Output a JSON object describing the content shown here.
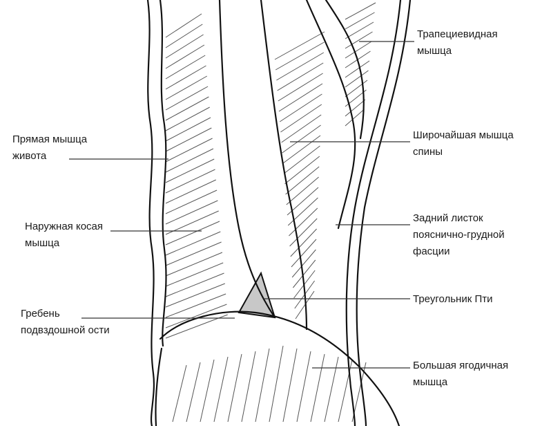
{
  "labels": {
    "trapezius": {
      "line1": "Трапециевидная",
      "line2": "мышца"
    },
    "latissimus": {
      "line1": "Широчайшая мышца",
      "line2": "спины"
    },
    "fascia": {
      "line1": "Задний листок",
      "line2": "пояснично-грудной",
      "line3": "фасции"
    },
    "petit": {
      "line1": "Треугольник Пти"
    },
    "gluteus": {
      "line1": "Большая ягодичная",
      "line2": "мышца"
    },
    "rectus": {
      "line1": "Прямая мышца",
      "line2": "живота"
    },
    "oblique": {
      "line1": "Наружная косая",
      "line2": "мышца"
    },
    "iliac": {
      "line1": "Гребень",
      "line2": "подвздошной ости"
    }
  },
  "colors": {
    "background": "#ffffff",
    "contour": "#111111",
    "fiber": "#555555",
    "triangle_fill": "#c8c8c8",
    "text": "#1a1a1a"
  }
}
